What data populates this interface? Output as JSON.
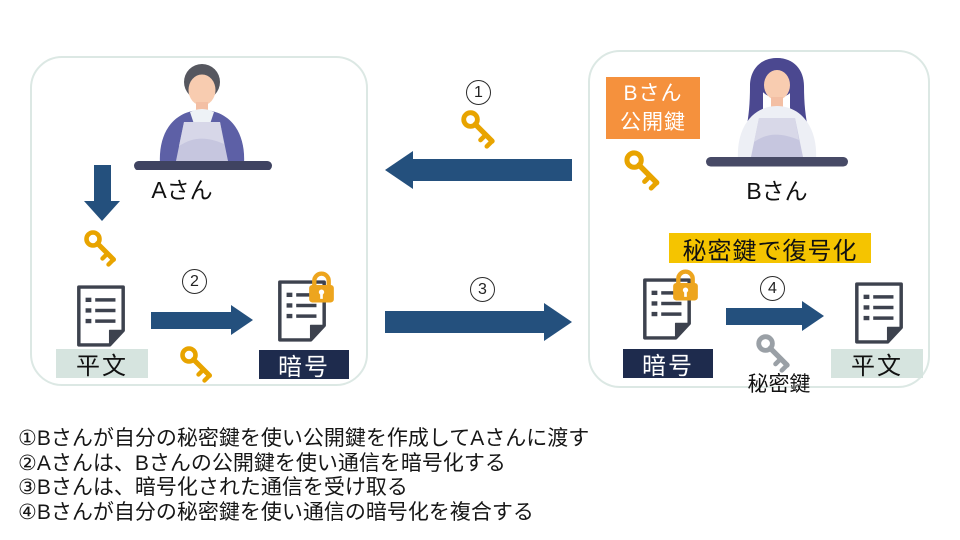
{
  "colors": {
    "panel_border": "#dce8e4",
    "arrow_blue": "#24507d",
    "navy_label_bg": "#1e2b4d",
    "mint_label_bg": "#d6e4df",
    "gold_key": "#e8a400",
    "gray_key": "#9aa0a6",
    "orange_box_bg": "#f5913d",
    "yellow_banner_bg": "#f5c400",
    "lock_orange": "#eda51e"
  },
  "panel_a": {
    "person_label": "Aさん",
    "step_badge": "2",
    "plaintext_label": "平文",
    "cipher_label": "暗号"
  },
  "transfer": {
    "key_step_badge": "1",
    "send_step_badge": "3"
  },
  "panel_b": {
    "person_label": "Bさん",
    "public_key_box_line1": "Bさん",
    "public_key_box_line2": "公開鍵",
    "decrypt_banner": "秘密鍵で復号化",
    "cipher_label": "暗号",
    "step_badge": "4",
    "private_key_label": "秘密鍵",
    "plaintext_label": "平文"
  },
  "notes": {
    "lines": [
      "①Bさんが自分の秘密鍵を使い公開鍵を作成してAさんに渡す",
      "②Aさんは、Bさんの公開鍵を使い通信を暗号化する",
      "③Bさんは、暗号化された通信を受け取る",
      "④Bさんが自分の秘密鍵を使い通信の暗号化を複合する"
    ]
  }
}
